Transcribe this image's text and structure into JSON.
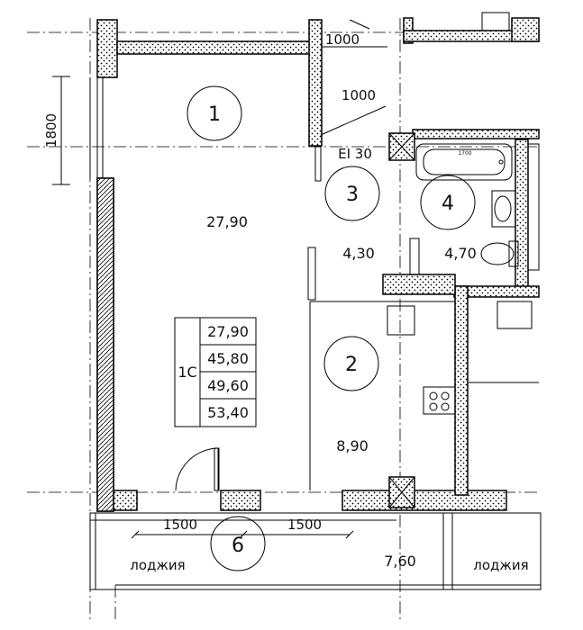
{
  "rooms": [
    {
      "number": "1",
      "area": "27,90"
    },
    {
      "number": "2",
      "area": "8,90"
    },
    {
      "number": "3",
      "area": "4,30"
    },
    {
      "number": "4",
      "area": "4,70"
    },
    {
      "number": "6",
      "area": "7,60"
    }
  ],
  "fire_rating": "EI 30",
  "dimensions": {
    "top_right": "1000",
    "mid_right": "1000",
    "left_vertical": "1800",
    "bottom_left": "1500",
    "bottom_right": "1500",
    "bathtub": "1700"
  },
  "loggia_labels": [
    "лоджия",
    "лоджия"
  ],
  "apartment_table": {
    "type": "1С",
    "areas": [
      "27,90",
      "45,80",
      "49,60",
      "53,40"
    ]
  }
}
